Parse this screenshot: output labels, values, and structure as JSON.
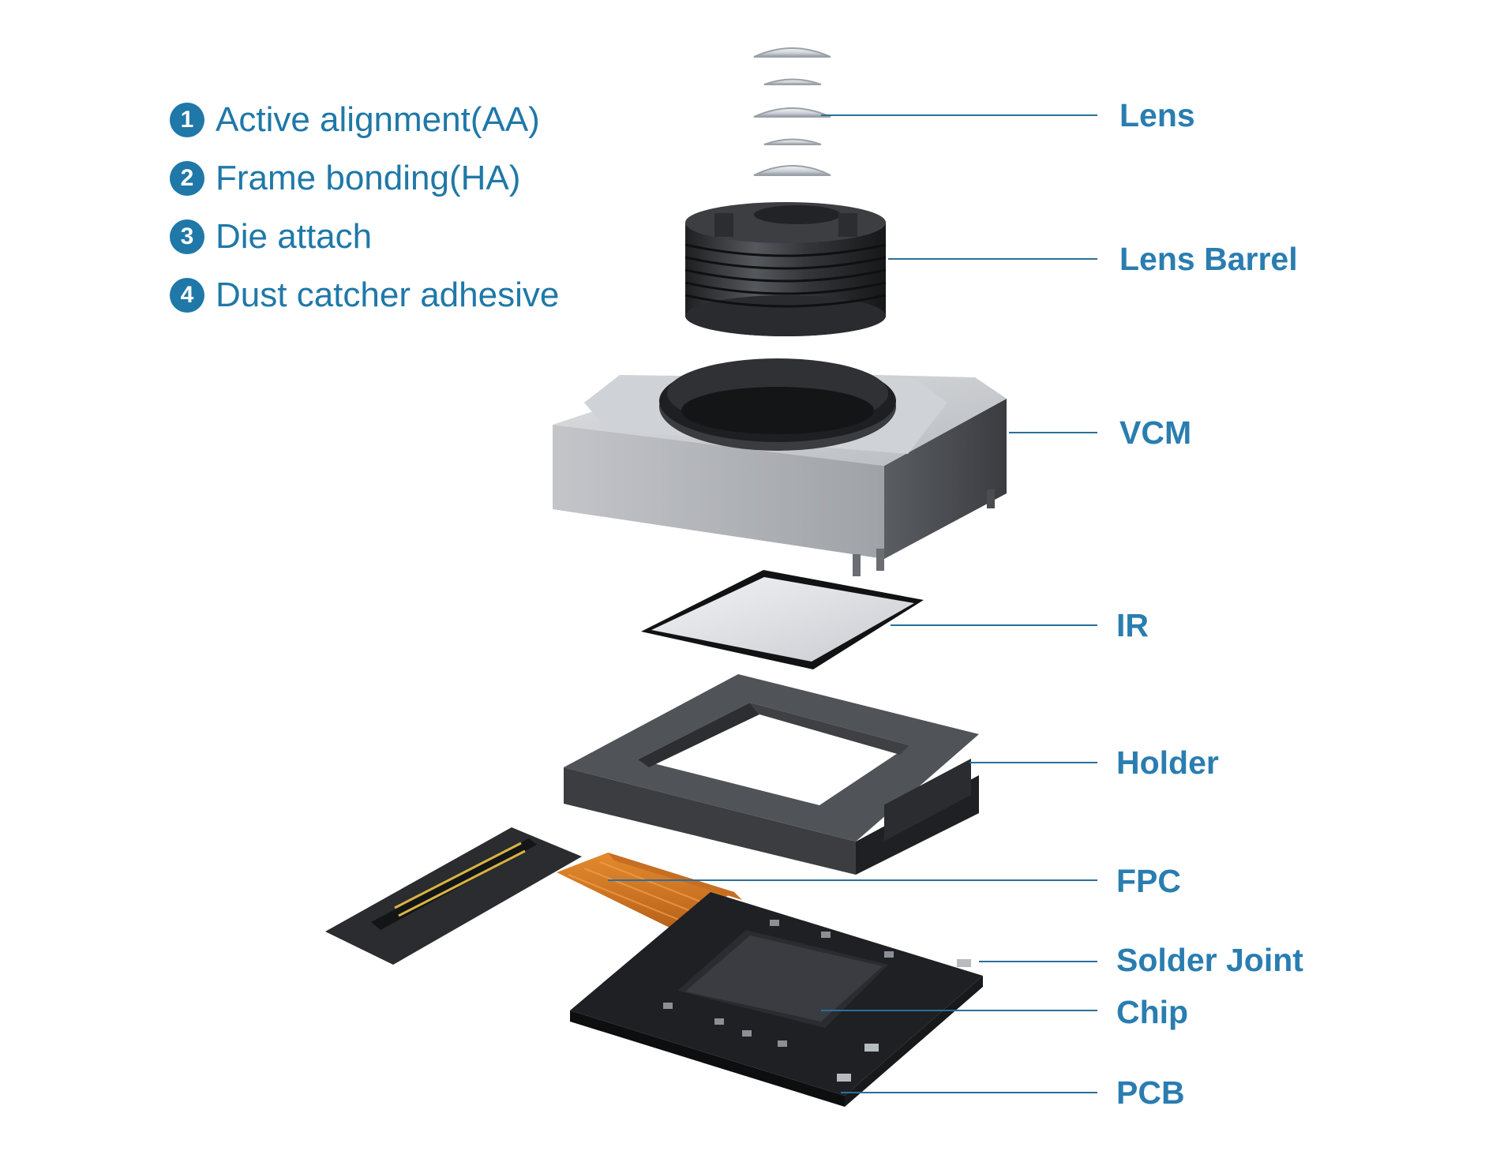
{
  "process_steps": [
    {
      "number": "1",
      "text": "Active alignment(AA)"
    },
    {
      "number": "2",
      "text": "Frame bonding(HA)"
    },
    {
      "number": "3",
      "text": "Die attach"
    },
    {
      "number": "4",
      "text": "Dust catcher adhesive"
    }
  ],
  "component_labels": {
    "lens": "Lens",
    "lens_barrel": "Lens Barrel",
    "vcm": "VCM",
    "ir": "IR",
    "holder": "Holder",
    "fpc": "FPC",
    "solder_joint": "Solder Joint",
    "chip": "Chip",
    "pcb": "PCB"
  },
  "colors": {
    "accent": "#1f78a8",
    "label": "#2a7db0",
    "leader_line": "#2a6f9a"
  }
}
